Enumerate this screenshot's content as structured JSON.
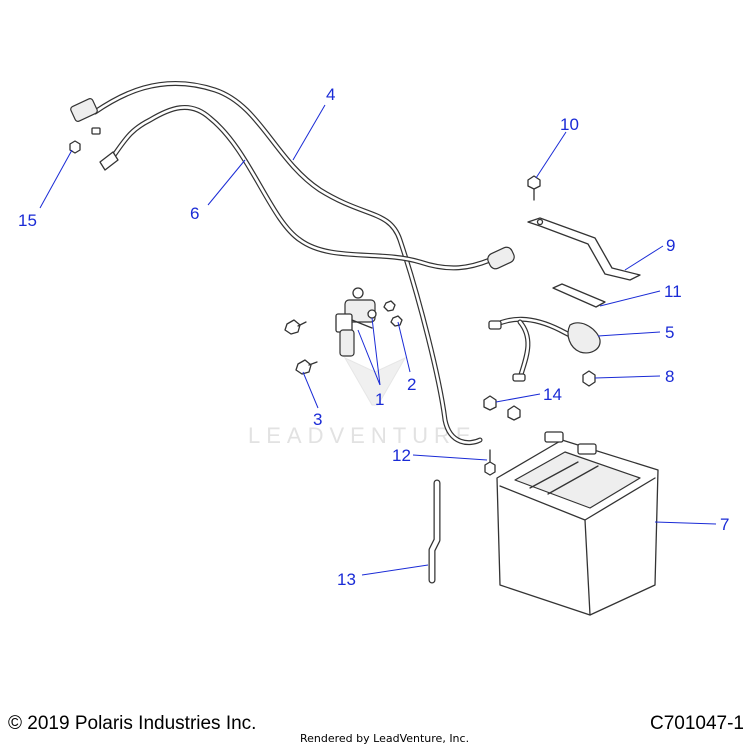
{
  "callouts": {
    "c1": "1",
    "c2": "2",
    "c3": "3",
    "c4": "4",
    "c5": "5",
    "c6": "6",
    "c7": "7",
    "c8": "8",
    "c9": "9",
    "c10": "10",
    "c11": "11",
    "c12": "12",
    "c13": "13",
    "c14": "14",
    "c15": "15"
  },
  "watermark": "LEADVENTURE",
  "footer": {
    "copyright": "© 2019 Polaris Industries Inc.",
    "rendered_by": "Rendered by LeadVenture, Inc.",
    "diagram_code": "C701047-1"
  },
  "colors": {
    "callout": "#1a2bd6",
    "line_art": "#333333",
    "watermark": "#e2e2e2"
  }
}
